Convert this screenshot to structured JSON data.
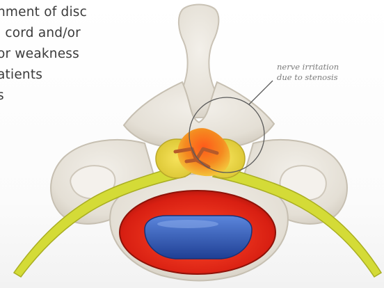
{
  "body_text": {
    "lines": [
      "hment of disc",
      "l cord and/or",
      "or weakness",
      "atients",
      "s"
    ]
  },
  "callout": {
    "lines": [
      "nerve irritation",
      "due to stenosis"
    ]
  },
  "colors": {
    "bone": "#e6e1d8",
    "bone_shadow": "#c8c1b4",
    "nerve": "#d6dc3c",
    "disc_outer": "#e52a17",
    "disc_inner": "#2e59b8",
    "irritation": "#f07a1e",
    "text": "#3a3a3a",
    "callout_text": "#7c7c7c"
  }
}
